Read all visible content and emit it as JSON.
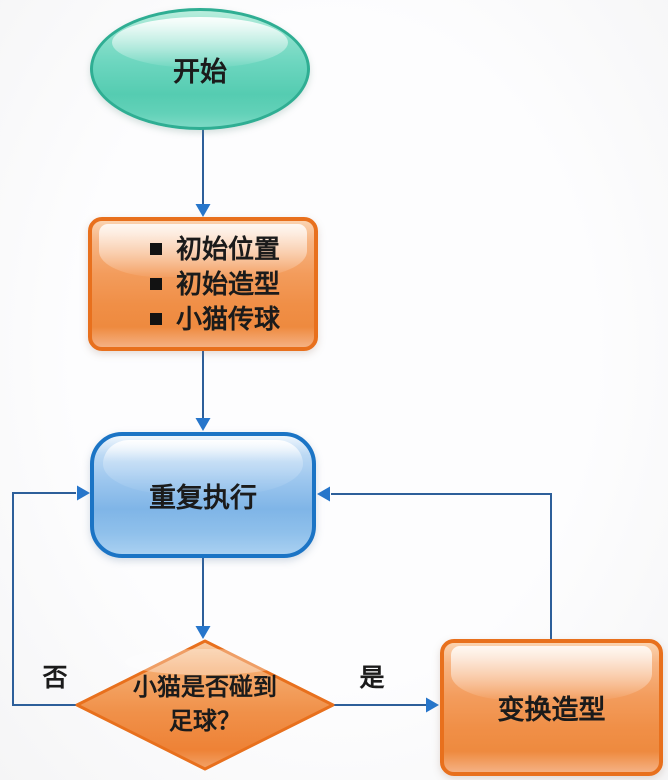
{
  "diagram": {
    "nodes": {
      "start": {
        "type": "terminator-ellipse",
        "label": "开始"
      },
      "init": {
        "type": "process",
        "items": [
          "初始位置",
          "初始造型",
          "小猫传球"
        ]
      },
      "loop": {
        "type": "loop-block",
        "label": "重复执行"
      },
      "decision": {
        "type": "decision-diamond",
        "label_line1": "小猫是否碰到",
        "label_line2": "足球？"
      },
      "change": {
        "type": "process",
        "label": "变换造型"
      }
    },
    "edge_labels": {
      "no": "否",
      "yes": "是"
    },
    "colors": {
      "background": "#fcfcfd",
      "connector_line": "#2d5f9a",
      "arrowhead": "#2776cb",
      "text": "#1b1b1b",
      "start_fill": "#6cd6bf",
      "start_border": "#2fae93",
      "process_fill": "#f39c5c",
      "process_border": "#e8701d",
      "loop_fill": "#8fc0eb",
      "loop_border": "#1b74c5"
    }
  }
}
